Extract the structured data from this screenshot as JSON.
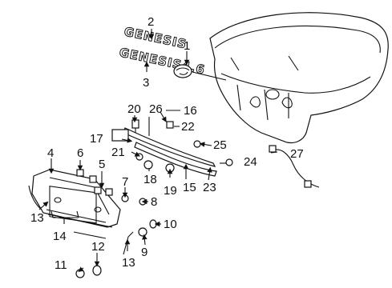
{
  "diagram": {
    "emblems": {
      "upper": "GENESIS",
      "lower": "GENESIS4.6"
    },
    "callouts": {
      "c1": "1",
      "c2": "2",
      "c3": "3",
      "c4": "4",
      "c5": "5",
      "c6": "6",
      "c7": "7",
      "c8": "8",
      "c9": "9",
      "c10": "10",
      "c11": "11",
      "c12": "12",
      "c13a": "13",
      "c13b": "13",
      "c14": "14",
      "c15": "15",
      "c16": "16",
      "c17": "17",
      "c18": "18",
      "c19": "19",
      "c20": "20",
      "c21": "21",
      "c22": "22",
      "c23": "23",
      "c24": "24",
      "c25": "25",
      "c26": "26",
      "c27": "27"
    }
  }
}
